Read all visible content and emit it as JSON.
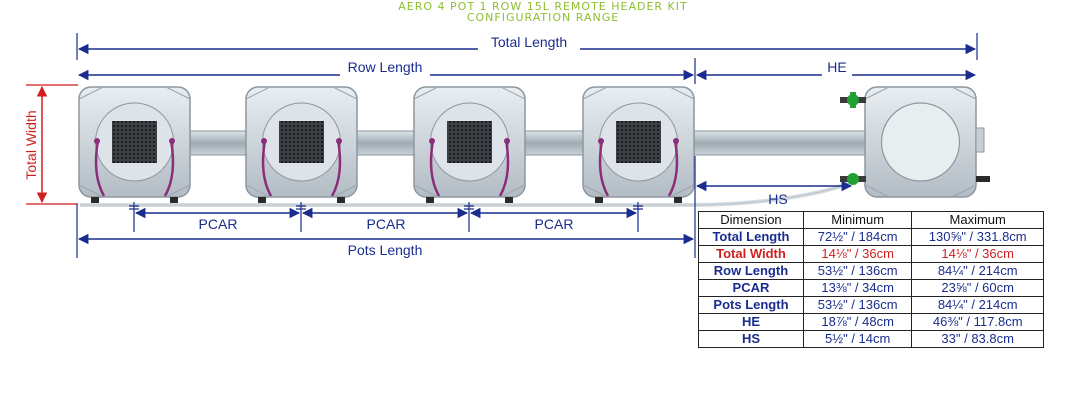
{
  "title": {
    "line1": "AERO 4 POT 1 ROW 15L REMOTE HEADER KIT",
    "line2": "CONFIGURATION RANGE"
  },
  "labels": {
    "total_length": "Total Length",
    "row_length": "Row Length",
    "he": "HE",
    "total_width": "Total Width",
    "hs": "HS",
    "pcar": "PCAR",
    "pots_length": "Pots Length"
  },
  "colors": {
    "dimension_blue": "#1a2d8f",
    "total_width_red": "#d11f1f",
    "title_green": "#8dbf2f",
    "valve_green": "#22a033",
    "hose_purple": "#8b2d78"
  },
  "table": {
    "headers": [
      "Dimension",
      "Minimum",
      "Maximum"
    ],
    "rows": [
      {
        "name": "Total Length",
        "min": "72½\" / 184cm",
        "max": "130⅝\" / 331.8cm"
      },
      {
        "name": "Total Width",
        "min": "14⅛\" / 36cm",
        "max": "14⅛\" / 36cm"
      },
      {
        "name": "Row Length",
        "min": "53½\" / 136cm",
        "max": "84¼\" / 214cm"
      },
      {
        "name": "PCAR",
        "min": "13⅜\" / 34cm",
        "max": "23⅝\" / 60cm"
      },
      {
        "name": "Pots Length",
        "min": "53½\" / 136cm",
        "max": "84¼\" / 214cm"
      },
      {
        "name": "HE",
        "min": "18⅞\" / 48cm",
        "max": "46⅜\" / 117.8cm"
      },
      {
        "name": "HS",
        "min": "5½\" / 14cm",
        "max": "33\" / 83.8cm"
      }
    ]
  }
}
